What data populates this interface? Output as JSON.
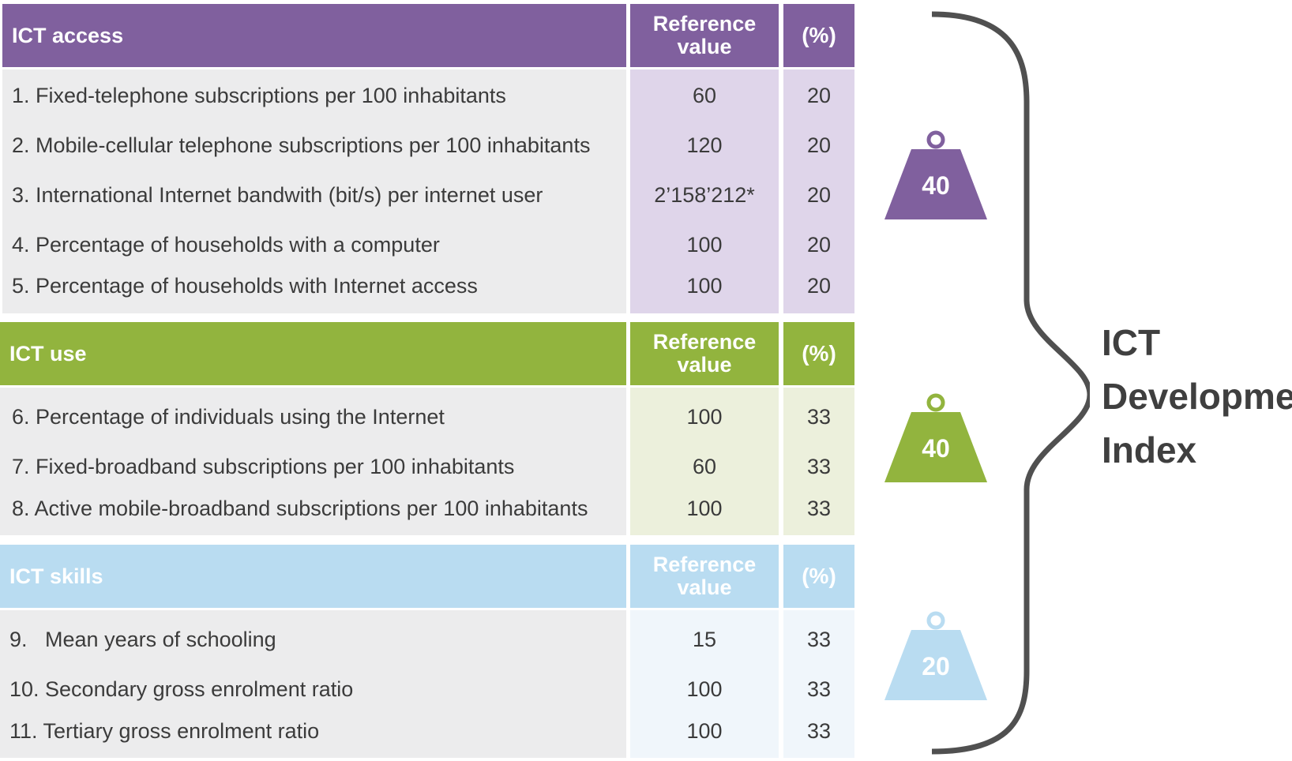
{
  "sections": [
    {
      "id": "access",
      "header": {
        "name": "ICT access",
        "ref": "Reference\nvalue",
        "pct": "(%)"
      },
      "rows": [
        {
          "name": "1. Fixed-telephone subscriptions per 100 inhabitants",
          "ref": "60",
          "pct": "20"
        },
        {
          "name": "2. Mobile-cellular telephone subscriptions per 100 inhabitants",
          "ref": "120",
          "pct": "20"
        },
        {
          "name": "3. International Internet bandwith (bit/s) per internet user",
          "ref": "2’158’212*",
          "pct": "20"
        },
        {
          "name": "4. Percentage of households with a computer",
          "ref": "100",
          "pct": "20"
        },
        {
          "name": "5. Percentage of households with Internet access",
          "ref": "100",
          "pct": "20"
        }
      ]
    },
    {
      "id": "use",
      "header": {
        "name": "ICT use",
        "ref": "Reference\nvalue",
        "pct": "(%)"
      },
      "rows": [
        {
          "name": "6. Percentage of individuals using the Internet",
          "ref": "100",
          "pct": "33"
        },
        {
          "name": "7. Fixed-broadband subscriptions per 100 inhabitants",
          "ref": "60",
          "pct": "33"
        },
        {
          "name": "8. Active mobile-broadband subscriptions per 100 inhabitants",
          "ref": "100",
          "pct": "33"
        }
      ]
    },
    {
      "id": "skills",
      "header": {
        "name": "ICT skills",
        "ref": "Reference\nvalue",
        "pct": "(%)"
      },
      "rows": [
        {
          "name": "9.   Mean years of schooling",
          "ref": "15",
          "pct": "33"
        },
        {
          "name": "10. Secondary gross enrolment ratio",
          "ref": "100",
          "pct": "33"
        },
        {
          "name": "11. Tertiary gross enrolment ratio",
          "ref": "100",
          "pct": "33"
        }
      ]
    }
  ],
  "weights": [
    {
      "section": "access",
      "value": "40",
      "color": "#80609e"
    },
    {
      "section": "use",
      "value": "40",
      "color": "#92b43e"
    },
    {
      "section": "skills",
      "value": "20",
      "color": "#b9dcf1"
    }
  ],
  "index_title": {
    "line1": "ICT",
    "line2": "Development",
    "line3": "Index"
  },
  "colors": {
    "brace": "#505050",
    "text": "#3b3b3b"
  }
}
